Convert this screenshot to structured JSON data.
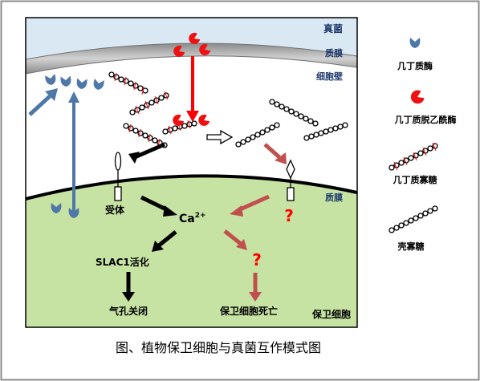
{
  "regions": {
    "fungus": "真菌",
    "fungal_membrane": "质膜",
    "cell_wall": "细胞壁",
    "plant_membrane": "质膜",
    "guard_cell": "保卫细胞"
  },
  "pathway": {
    "receptor": "受体",
    "calcium_base": "Ca",
    "calcium_charge": "2+",
    "slac1": "SLAC1活化",
    "stomata_closure": "气孔关闭",
    "cell_death": "保卫细胞死亡",
    "unknown_mark": "?"
  },
  "legend": {
    "chitinase": "几丁质酶",
    "chitin_deacetylase": "几丁质脱乙酰酶",
    "chitin_oligosaccharide": "几丁质寡糖",
    "chitosan_oligosaccharide": "壳寡糖"
  },
  "caption": "图、植物保卫细胞与真菌互作模式图",
  "colors": {
    "fungus_bg": "#dae8f3",
    "guard_cell_bg": "#c7e3a3",
    "chitinase": "#4f78a8",
    "deacetylase": "#ee1111",
    "arrow_black": "#000000",
    "arrow_red": "#c0504d",
    "arrow_blue": "#4f78a8",
    "question": "#ff0000"
  }
}
